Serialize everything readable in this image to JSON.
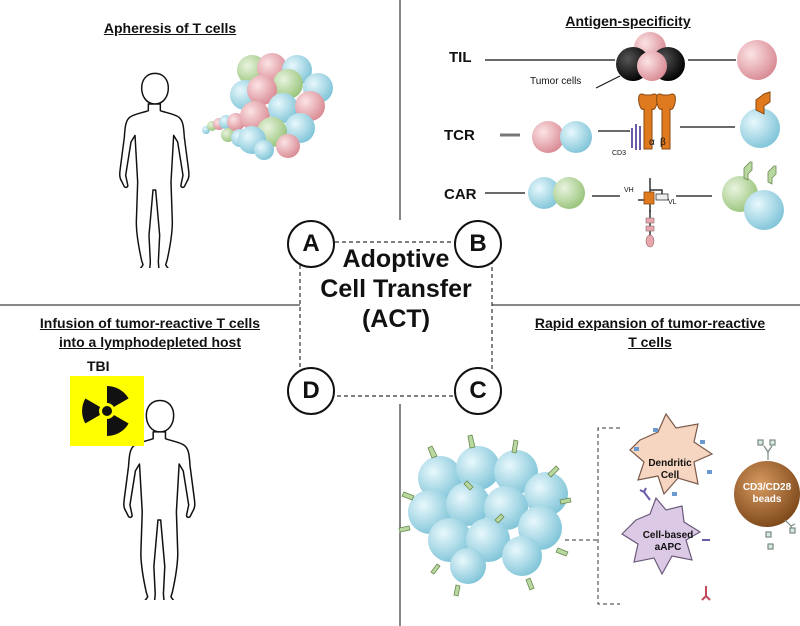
{
  "panels": {
    "a": {
      "heading": "Apheresis of T cells",
      "letter": "A"
    },
    "b": {
      "heading": "Antigen-specificity",
      "letter": "B",
      "rows": {
        "til": "TIL",
        "tcr": "TCR",
        "car": "CAR"
      },
      "annotations": {
        "tumor_cells": "Tumor cells",
        "cd3": "CD3",
        "alpha": "α",
        "beta": "β",
        "vh": "VH",
        "vl": "VL"
      }
    },
    "c": {
      "heading_line1": "Rapid expansion of tumor-reactive",
      "heading_line2": "T cells",
      "letter": "C",
      "labels": {
        "dendritic_line1": "Dendritic",
        "dendritic_line2": "Cell",
        "beads_line1": "CD3/CD28",
        "beads_line2": "beads",
        "aapc_line1": "Cell-based",
        "aapc_line2": "aAPC"
      }
    },
    "d": {
      "heading_line1": "Infusion of tumor-reactive T cells",
      "heading_line2": "into a lymphodepleted host",
      "letter": "D",
      "tbi_label": "TBI"
    }
  },
  "center": {
    "line1": "Adoptive",
    "line2": "Cell Transfer",
    "line3": "(ACT)"
  },
  "colors": {
    "cell_red": "#e9a7ad",
    "cell_blue": "#a9dbe8",
    "cell_green": "#b9d8a0",
    "receptor_orange": "#e07a1f",
    "dendritic_fill": "#f6d6c0",
    "aapc_fill": "#dcc9e6",
    "bead_fill": "#a0602a",
    "radiation_yellow": "#ffff00"
  },
  "icons": [
    "human-figure-icon",
    "radiation-icon",
    "t-cell-receptor-icon",
    "car-receptor-icon"
  ]
}
